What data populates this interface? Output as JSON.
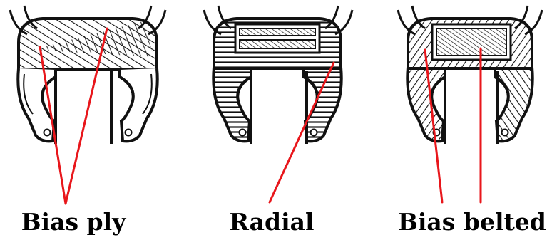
{
  "figure": {
    "types": [
      {
        "label": "Bias ply"
      },
      {
        "label": "Radial"
      },
      {
        "label": "Bias belted"
      }
    ],
    "colors": {
      "ink": "#111111",
      "pointer": "#e8161b",
      "paper": "#ffffff"
    }
  }
}
